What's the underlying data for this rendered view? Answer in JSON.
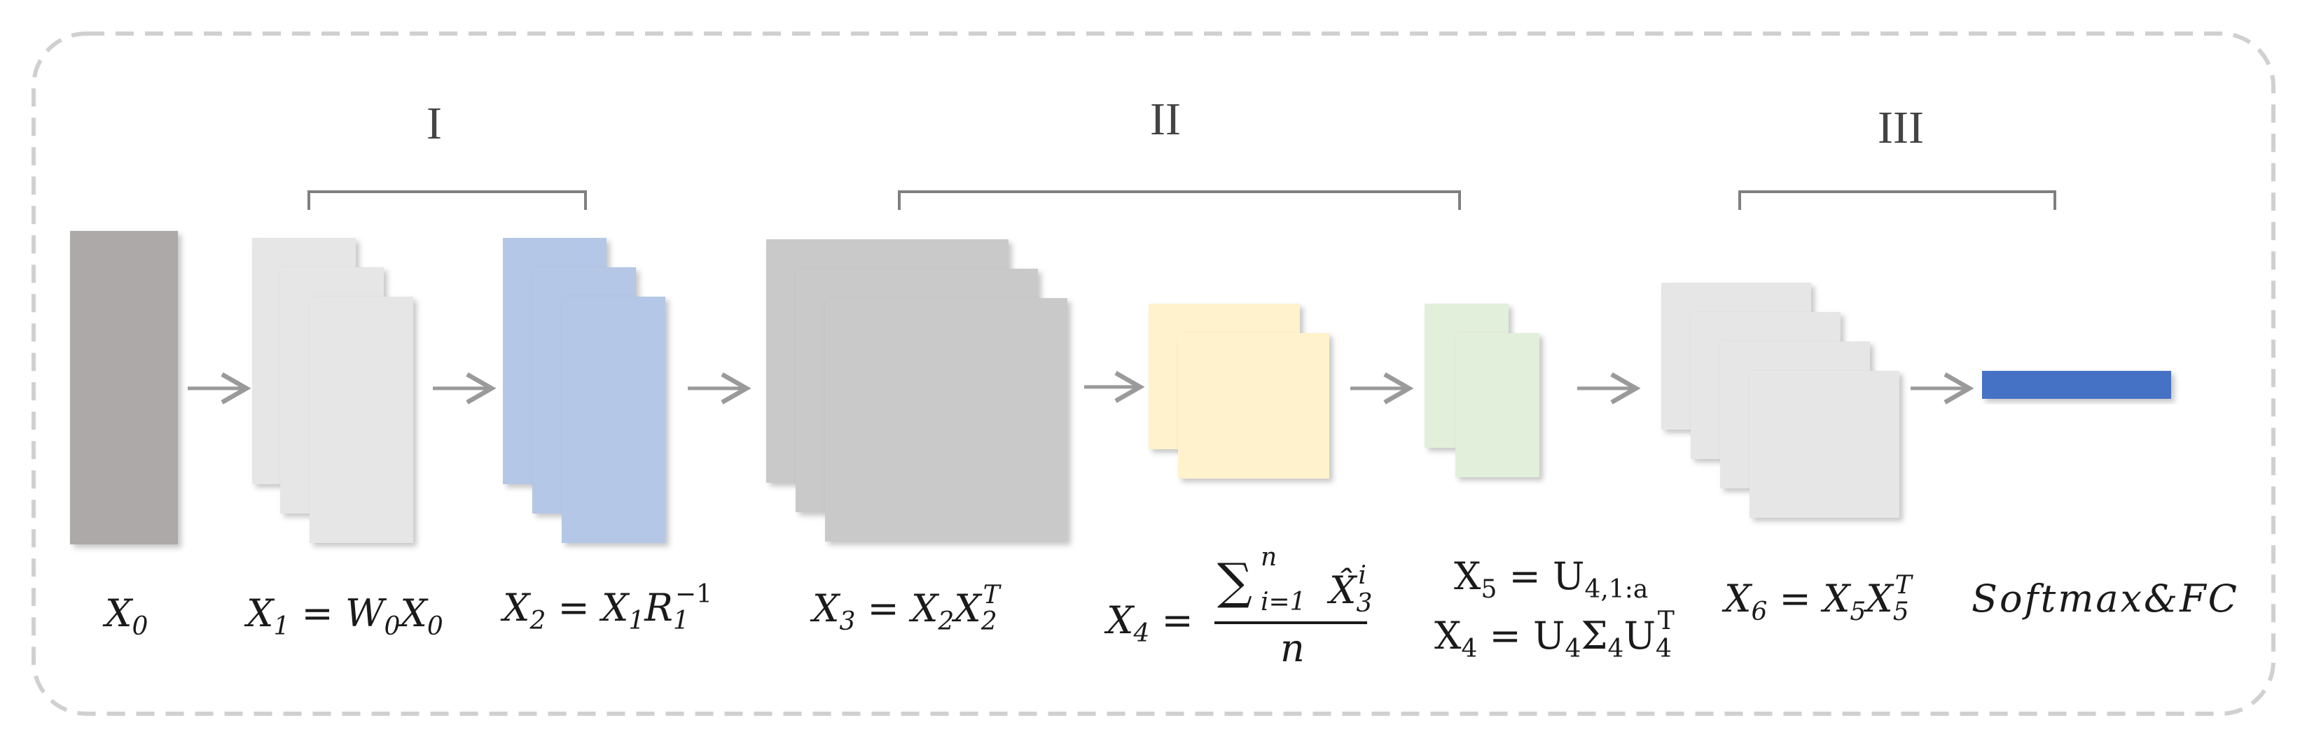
{
  "stages": [
    {
      "id": "stage-1",
      "label": "I"
    },
    {
      "id": "stage-2",
      "label": "II"
    },
    {
      "id": "stage-3",
      "label": "III"
    }
  ],
  "colors": {
    "input": "#ada9a8",
    "feature": "#e6e6e6",
    "blue": "#b4c7e7",
    "gray": "#c9c9c9",
    "yellow": "#fff2cc",
    "green": "#e2efda",
    "output": "#4472c4",
    "arrow": "#9a9a9a",
    "bracket": "#7f7f7f",
    "border": "#d0d0d0"
  },
  "formulas": {
    "x0": {
      "base": "X",
      "sub": "0"
    },
    "x1": {
      "lhs_base": "X",
      "lhs_sub": "1",
      "eq": " = ",
      "t1_base": "W",
      "t1_sub": "0",
      "t2_base": "X",
      "t2_sub": "0"
    },
    "x2": {
      "lhs_base": "X",
      "lhs_sub": "2",
      "eq": " = ",
      "t1_base": "X",
      "t1_sub": "1",
      "t2_base": "R",
      "t2_sub": "1",
      "t2_sup": "−1"
    },
    "x3": {
      "lhs_base": "X",
      "lhs_sub": "3",
      "eq": " = ",
      "t1_base": "X",
      "t1_sub": "2",
      "t2_base": "X",
      "t2_sub": "2",
      "t2_sup": "T"
    },
    "x4": {
      "lhs_base": "X",
      "lhs_sub": "4",
      "eq": " = ",
      "sum": "∑",
      "sum_sup": "n",
      "sum_sub": "i=1",
      "num_base": "X̂",
      "num_sub": "3",
      "num_sup": "i",
      "den": "n"
    },
    "x5": {
      "lhs_base": "X",
      "lhs_sub": "5",
      "eq": " = ",
      "rhs_base": "U",
      "rhs_sub": "4,1:a"
    },
    "x4svd": {
      "lhs_base": "X",
      "lhs_sub": "4",
      "eq": " = ",
      "u_base": "U",
      "u_sub": "4",
      "s_base": "Σ",
      "s_sub": "4",
      "ut_base": "U",
      "ut_sub": "4",
      "ut_sup": "T"
    },
    "x6": {
      "lhs_base": "X",
      "lhs_sub": "6",
      "eq": " = ",
      "t1_base": "X",
      "t1_sub": "5",
      "t2_base": "X",
      "t2_sub": "5",
      "t2_sup": "T"
    },
    "out": {
      "text": "Softmax&FC"
    }
  }
}
